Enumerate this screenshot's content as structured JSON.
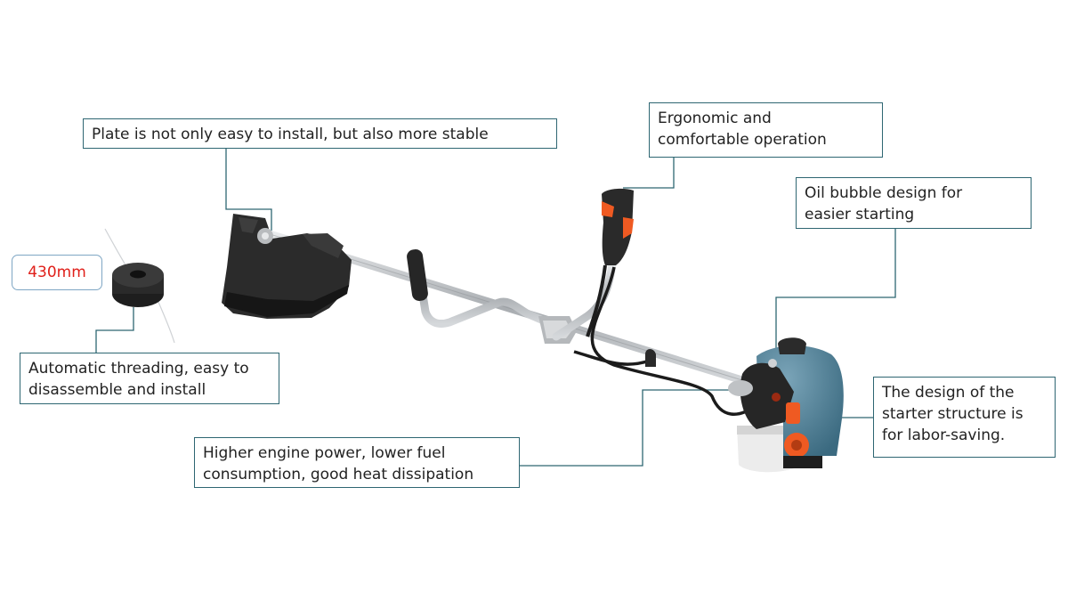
{
  "callouts": {
    "plate": "Plate is not only easy to install, but also more stable",
    "ergonomic": "Ergonomic and\ncomfortable operation",
    "oil_bubble": "Oil bubble design for\neasier starting",
    "threading": "Automatic threading, easy to\ndisassemble and install",
    "engine": "Higher engine power, lower fuel\nconsumption, good heat dissipation",
    "starter": "The design of the\nstarter structure is\nfor labor-saving."
  },
  "badge": {
    "length": "430mm"
  },
  "colors": {
    "leader": "#2e6672",
    "engine_blue": "#4f7f94",
    "accent_orange": "#ef5a22",
    "badge_text": "#e0201a",
    "shaft": "#c6c9cc"
  }
}
